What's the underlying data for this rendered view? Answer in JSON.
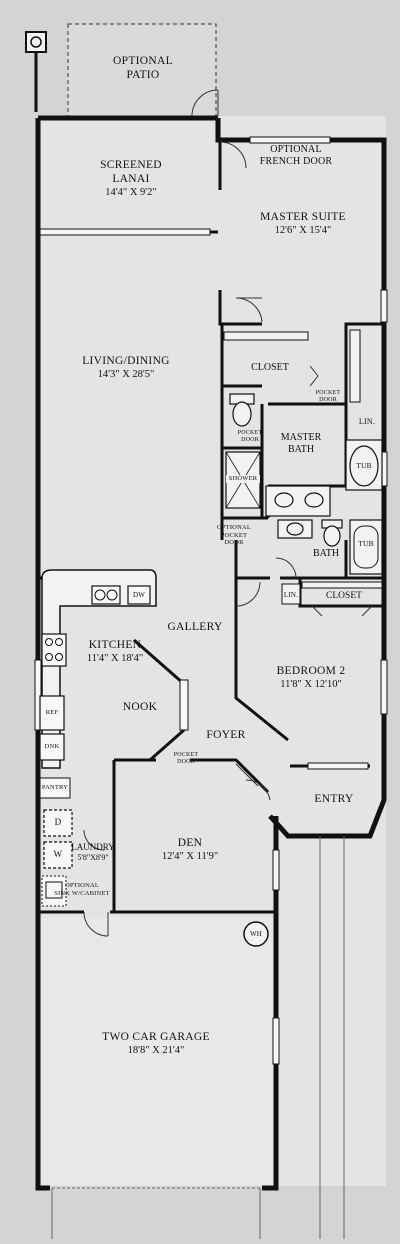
{
  "rooms": {
    "optional_patio": {
      "name_line1": "OPTIONAL",
      "name_line2": "PATIO"
    },
    "screened_lanai": {
      "name": "SCREENED",
      "name_line2": "LANAI",
      "dims": "14'4\" X 9'2\""
    },
    "optional_french_door": {
      "line1": "OPTIONAL",
      "line2": "FRENCH DOOR"
    },
    "master_suite": {
      "name": "MASTER SUITE",
      "dims": "12'6\" X 15'4\""
    },
    "living_dining": {
      "name": "LIVING/DINING",
      "dims": "14'3\" X 28'5\""
    },
    "closet_master": {
      "name": "CLOSET"
    },
    "master_bath": {
      "name": "MASTER",
      "name_line2": "BATH"
    },
    "bath": {
      "name": "BATH"
    },
    "closet_bed2": {
      "name": "CLOSET"
    },
    "kitchen": {
      "name": "KITCHEN",
      "dims": "11'4\" X 18'4\""
    },
    "gallery": {
      "name": "GALLERY"
    },
    "bedroom2": {
      "name": "BEDROOM 2",
      "dims": "11'8\" X 12'10\""
    },
    "nook": {
      "name": "NOOK"
    },
    "foyer": {
      "name": "FOYER"
    },
    "entry": {
      "name": "ENTRY"
    },
    "den": {
      "name": "DEN",
      "dims": "12'4\" X 11'9\""
    },
    "laundry": {
      "name": "LAUNDRY",
      "dims": "5'8\"X8'9\""
    },
    "garage": {
      "name": "TWO CAR GARAGE",
      "dims": "18'8\" X 21'4\""
    }
  },
  "fixtures": {
    "pocket_door_1": {
      "line1": "POCKET",
      "line2": "DOOR"
    },
    "pocket_door_2": {
      "line1": "POCKET",
      "line2": "DOOR"
    },
    "optional_pocket_door": {
      "line1": "OPTIONAL",
      "line2": "POCKET",
      "line3": "DOOR"
    },
    "pocket_door_den": {
      "line1": "POCKET",
      "line2": "DOOR"
    },
    "linen_master": "LIN.",
    "linen_bath": "LIN.",
    "shower": "SHOWER",
    "tub_master": "TUB",
    "tub_bath": "TUB",
    "dw": "DW",
    "ref": "REF",
    "dnk": "DNK",
    "pantry": "PANTRY",
    "washer": "W",
    "dryer": "D",
    "optional_sink": {
      "line1": "OPTIONAL",
      "line2": "SINK W/CABINET"
    },
    "water_heater": "WH"
  },
  "colors": {
    "background": "#d4d4d4",
    "wall": "#111111",
    "floor": "#e6e6e6",
    "fixture_fill": "#f2f2f2"
  }
}
